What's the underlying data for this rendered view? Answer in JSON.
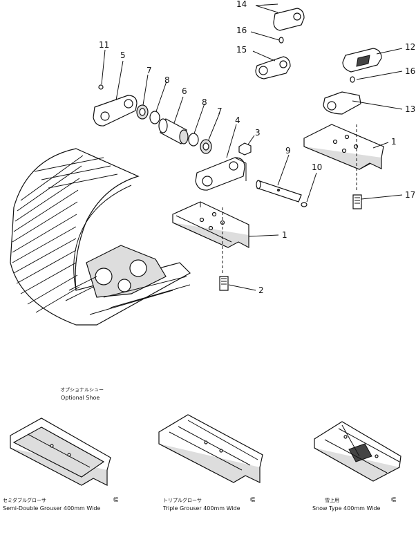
{
  "callouts": {
    "c1a": "1",
    "c1b": "1",
    "c2": "2",
    "c3": "3",
    "c4": "4",
    "c5": "5",
    "c6": "6",
    "c7a": "7",
    "c7b": "7",
    "c8a": "8",
    "c8b": "8",
    "c9": "9",
    "c10": "10",
    "c11": "11",
    "c12": "12",
    "c13": "13",
    "c14": "14",
    "c15": "15",
    "c16a": "16",
    "c16b": "16",
    "c17": "17"
  },
  "optional": {
    "jp": "オプショナルシュー",
    "en": "Optional Shoe"
  },
  "shoes": [
    {
      "jp": "セミダブルグローサ",
      "jp_suffix": "幅",
      "en": "Semi-Double Grouser 400mm  Wide"
    },
    {
      "jp": "トリプルグローサ",
      "jp_suffix": "幅",
      "en": "Triple Grouser 400mm  Wide"
    },
    {
      "jp": "雪上用",
      "jp_suffix": "幅",
      "en": "Snow Type 400mm  Wide"
    }
  ]
}
